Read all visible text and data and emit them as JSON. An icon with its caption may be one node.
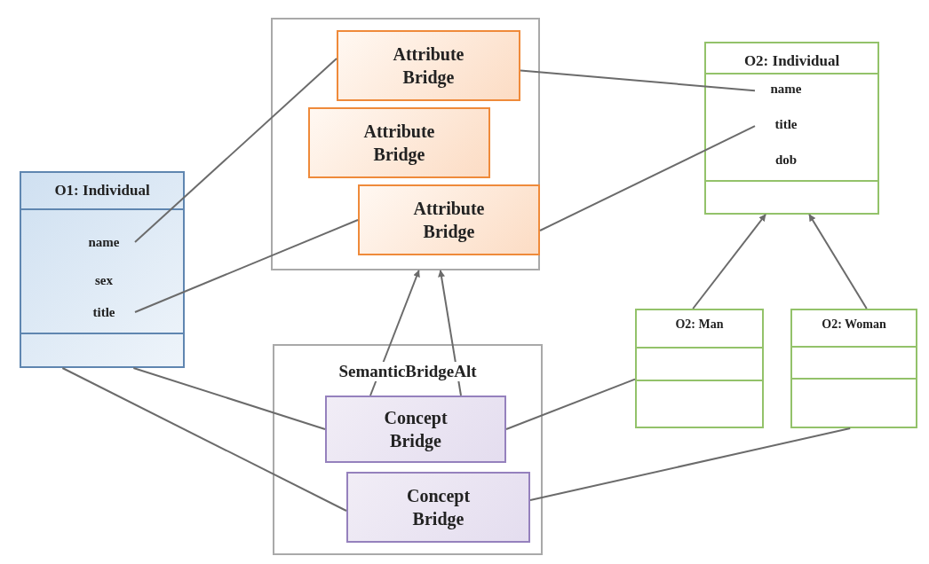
{
  "diagram": {
    "nodes": [
      {
        "text": [
          "O1: Individual"
        ]
      },
      {
        "text": [
          "name"
        ],
        "in": 0
      },
      {
        "text": [
          "sex"
        ],
        "in": 0
      },
      {
        "text": [
          "title"
        ],
        "in": 0
      },
      {
        "text": [],
        "shape": "box"
      },
      {
        "text": [
          "Attribute Bridge"
        ],
        "in": 4
      },
      {
        "text": [
          "Attribute Bridge"
        ],
        "in": 4
      },
      {
        "text": [
          "Attribute Bridge"
        ],
        "in": 4
      },
      {
        "text": [
          "O2: Individual"
        ]
      },
      {
        "text": [
          "name"
        ],
        "in": 8
      },
      {
        "text": [
          "title"
        ],
        "in": 8
      },
      {
        "text": [
          "dob"
        ],
        "in": 8
      },
      {
        "text": [
          "SemanticBridgeAlt"
        ]
      },
      {
        "text": [
          "Concept Bridge"
        ],
        "in": 12
      },
      {
        "text": [
          "Concept Bridge"
        ],
        "in": 12
      },
      {
        "text": [
          "O2: Man"
        ]
      },
      {
        "text": [
          "O2: Woman"
        ]
      }
    ],
    "edges": [
      {
        "from": 1,
        "to": 5,
        "arrow": "none"
      },
      {
        "from": 3,
        "to": 7,
        "arrow": "none"
      },
      {
        "from": 5,
        "to": 9,
        "arrow": "none"
      },
      {
        "from": 7,
        "to": 10,
        "arrow": "none"
      },
      {
        "from": 15,
        "to": 8,
        "arrow": "to"
      },
      {
        "from": 16,
        "to": 8,
        "arrow": "to"
      },
      {
        "from": 13,
        "to": 4,
        "arrow": "to"
      },
      {
        "from": 13,
        "to": 4,
        "arrow": "to"
      },
      {
        "from": 0,
        "to": 13,
        "arrow": "none"
      },
      {
        "from": 0,
        "to": 14,
        "arrow": "none"
      },
      {
        "from": 15,
        "to": 13,
        "arrow": "none"
      },
      {
        "from": 16,
        "to": 14,
        "arrow": "none"
      }
    ]
  }
}
